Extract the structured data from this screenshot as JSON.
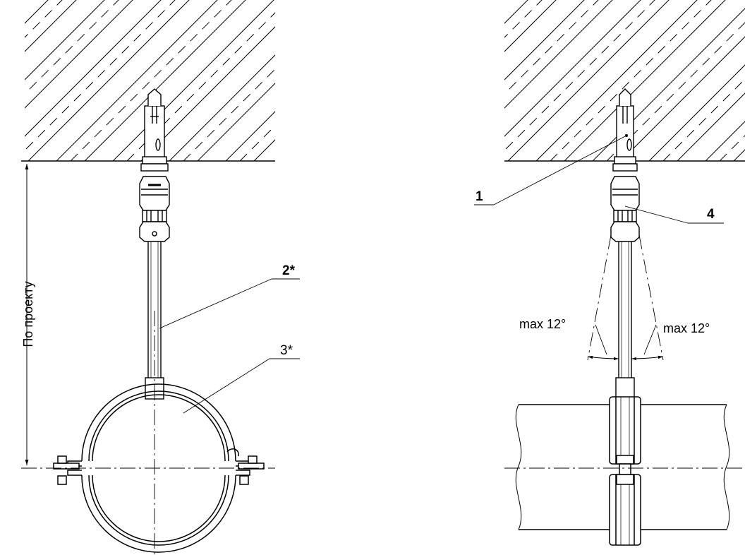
{
  "labels": {
    "dimension": "По проекту",
    "callout_1": "1",
    "callout_2": "2*",
    "callout_3": "3*",
    "callout_4": "4",
    "angle_left": "max 12°",
    "angle_right": "max 12°"
  },
  "colors": {
    "line": "#000000",
    "background": "#ffffff"
  }
}
